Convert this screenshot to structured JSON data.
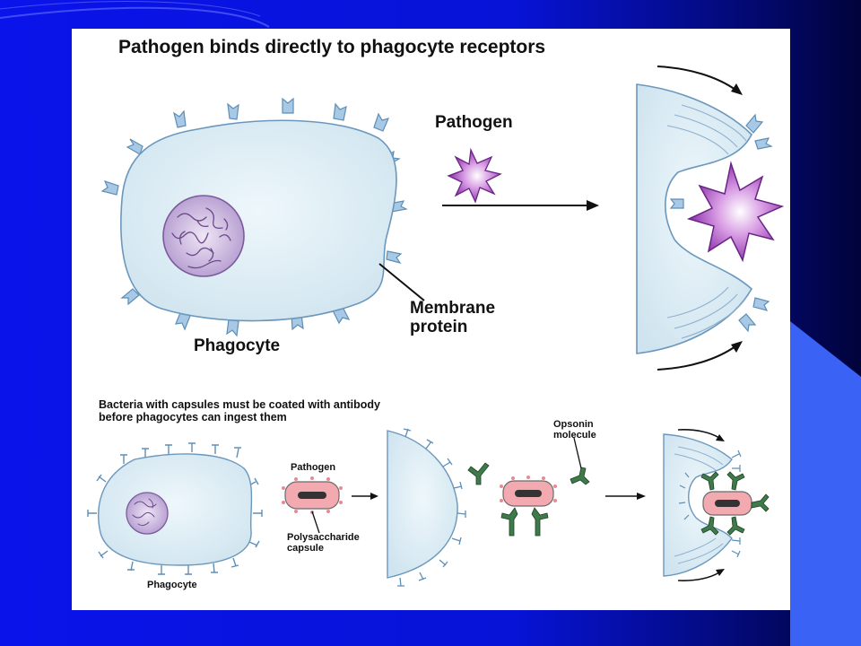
{
  "slide": {
    "colors": {
      "background": "#0713d6",
      "panel": "#ffffff",
      "cell_fill": "#ddeef6",
      "cell_stroke": "#5e8eb5",
      "receptor": "#9fc3e2",
      "nucleus": "#9a7ab8",
      "pathogen": "#b25ac9",
      "capsule": "#f2aab0",
      "antibody": "#3f7a4a"
    }
  },
  "diagram": {
    "title": "Pathogen binds directly to phagocyte receptors",
    "pathogen_label": "Pathogen",
    "membrane_label": "Membrane protein",
    "phagocyte_label": "Phagocyte",
    "subtitle": "Bacteria with capsules must be coated with antibody before phagocytes can ingest them",
    "pathogen_label_small": "Pathogen",
    "capsule_label": "Polysaccharide capsule",
    "phagocyte_label_small": "Phagocyte",
    "opsonin_label": "Opsonin molecule"
  }
}
